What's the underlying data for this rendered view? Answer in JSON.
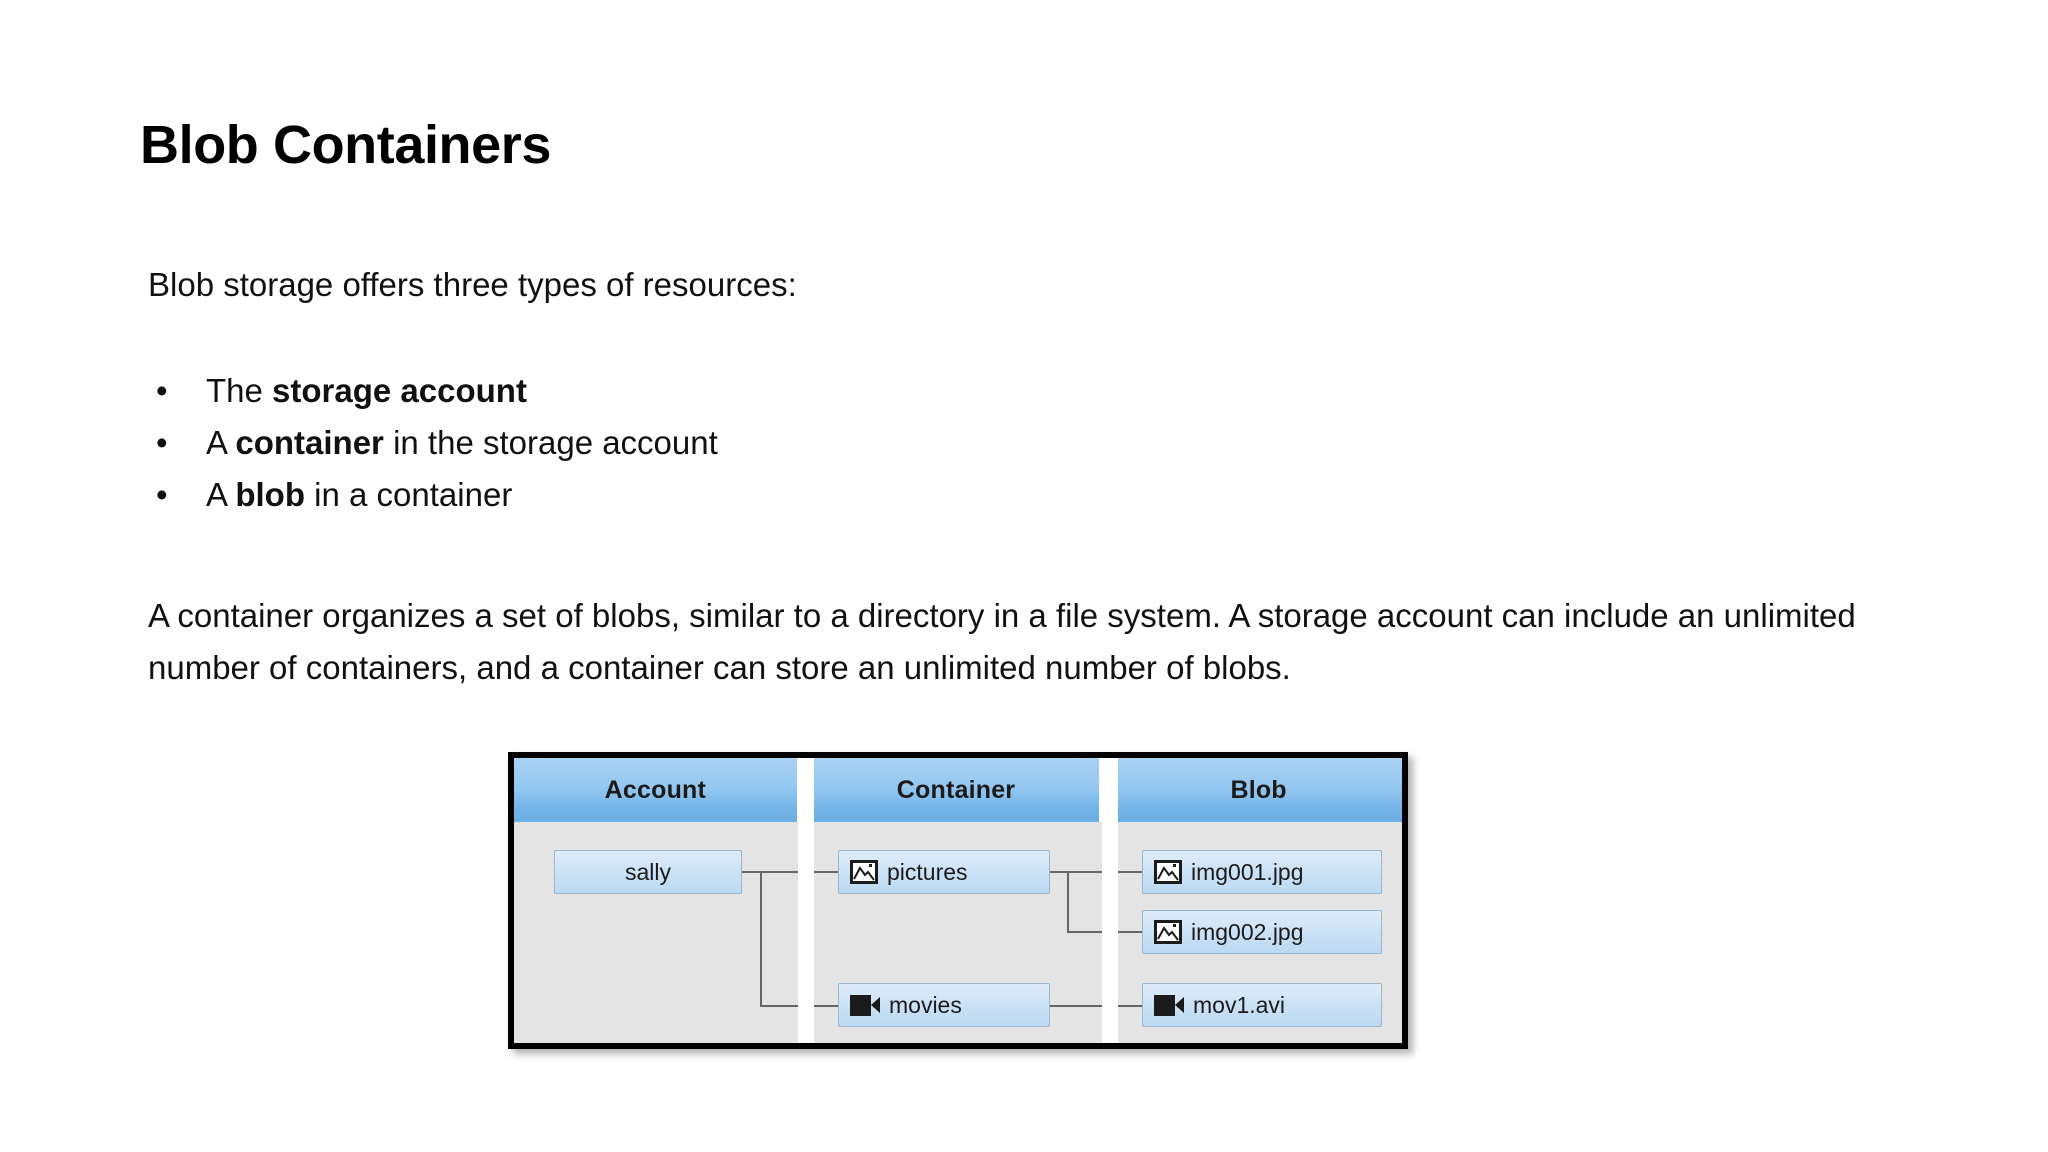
{
  "slide": {
    "title": "Blob Containers",
    "intro": "Blob storage offers three types of resources:",
    "bullets": [
      {
        "marker": "•",
        "prefix": "The ",
        "strong": "storage account",
        "suffix": ""
      },
      {
        "marker": "•",
        "prefix": "A ",
        "strong": "container",
        "suffix": " in the storage account"
      },
      {
        "marker": "•",
        "prefix": "A ",
        "strong": "blob",
        "suffix": " in a container"
      }
    ],
    "paragraph": "A container organizes a set of blobs, similar to a directory in a file system. A storage account can include an unlimited number of containers, and a container can store an unlimited number of blobs."
  },
  "diagram": {
    "columns": [
      {
        "header": "Account"
      },
      {
        "header": "Container"
      },
      {
        "header": "Blob"
      }
    ],
    "nodes": {
      "sally": {
        "label": "sally",
        "icon": "none"
      },
      "pictures": {
        "label": "pictures",
        "icon": "picture-icon"
      },
      "movies": {
        "label": "movies",
        "icon": "video-icon"
      },
      "img001": {
        "label": "img001.jpg",
        "icon": "picture-icon"
      },
      "img002": {
        "label": "img002.jpg",
        "icon": "picture-icon"
      },
      "mov1": {
        "label": "mov1.avi",
        "icon": "video-icon"
      }
    },
    "colors": {
      "header_blue": "#8cc4ee",
      "node_blue": "#cbe2f6",
      "body_gray": "#e4e4e4",
      "frame_black": "#000000",
      "connector_gray": "#666666"
    }
  }
}
